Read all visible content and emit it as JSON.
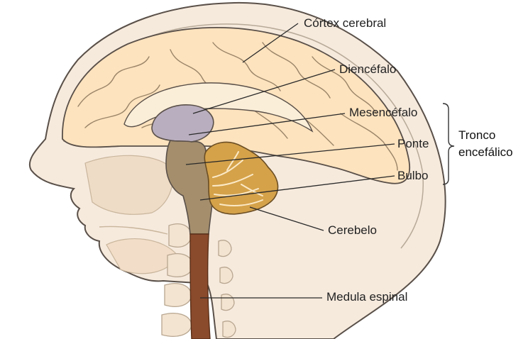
{
  "labels": {
    "cortex": "Córtex cerebral",
    "diencefalo": "Diencéfalo",
    "mesencefalo": "Mesencéfalo",
    "ponte": "Ponte",
    "bulbo": "Bulbo",
    "cerebelo": "Cerebelo",
    "medula": "Medula espinal"
  },
  "group": {
    "line1": "Tronco",
    "line2": "encefálico"
  },
  "colors": {
    "skin": "#f6eadd",
    "outline": "#5a5049",
    "cortex": "#fde3be",
    "diencefalo": "#b9aebf",
    "brainstem": "#a48e6c",
    "cerebelo": "#d5a24a",
    "medula": "#8a4a2c"
  }
}
